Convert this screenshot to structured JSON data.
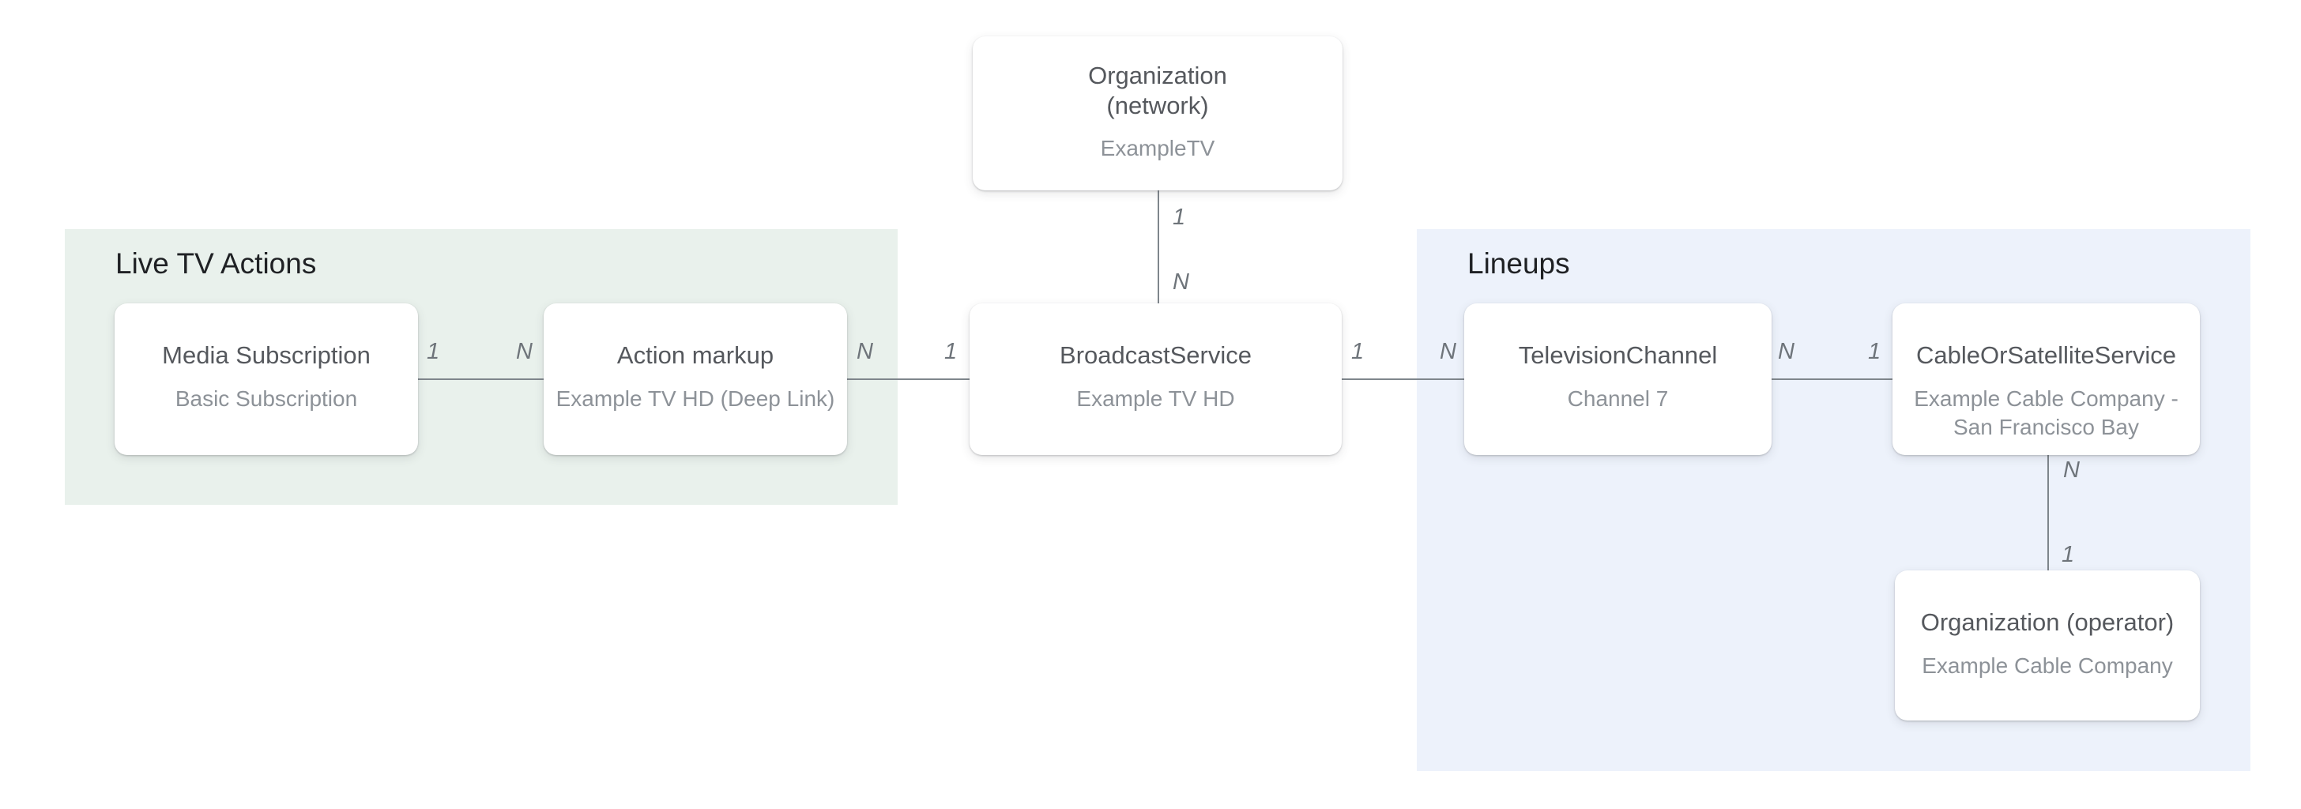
{
  "regions": {
    "live_tv_actions": {
      "label": "Live TV Actions"
    },
    "lineups": {
      "label": "Lineups"
    }
  },
  "nodes": {
    "org_network": {
      "title_line1": "Organization",
      "title_line2": "(network)",
      "subtitle": "ExampleTV"
    },
    "media_subscription": {
      "title": "Media Subscription",
      "subtitle": "Basic Subscription"
    },
    "action_markup": {
      "title": "Action markup",
      "subtitle": "Example TV HD (Deep Link)"
    },
    "broadcast_service": {
      "title": "BroadcastService",
      "subtitle": "Example TV HD"
    },
    "television_channel": {
      "title": "TelevisionChannel",
      "subtitle": "Channel 7"
    },
    "cable_or_satellite_service": {
      "title": "CableOrSatelliteService",
      "subtitle_line1": "Example Cable Company -",
      "subtitle_line2": "San Francisco Bay"
    },
    "org_operator": {
      "title": "Organization (operator)",
      "subtitle": "Example Cable Company"
    }
  },
  "links": {
    "network_broadcast": {
      "network_end": "1",
      "broadcast_end": "N"
    },
    "media_action": {
      "media_end": "1",
      "action_end": "N"
    },
    "action_broadcast": {
      "action_end": "N",
      "broadcast_end": "1"
    },
    "broadcast_tv": {
      "broadcast_end": "1",
      "tv_end": "N"
    },
    "tv_cable": {
      "tv_end": "N",
      "cable_end": "1"
    },
    "cable_operator": {
      "cable_end": "N",
      "operator_end": "1"
    }
  },
  "colors": {
    "live_tv_actions_bg": "#e9f1ec",
    "lineups_bg": "#edf2fb",
    "connector_line": "#7f868c",
    "node_title": "#55585d",
    "node_subtitle": "#8d9298",
    "heading_text": "#1f2124",
    "cardinality_text": "#6e747a"
  }
}
